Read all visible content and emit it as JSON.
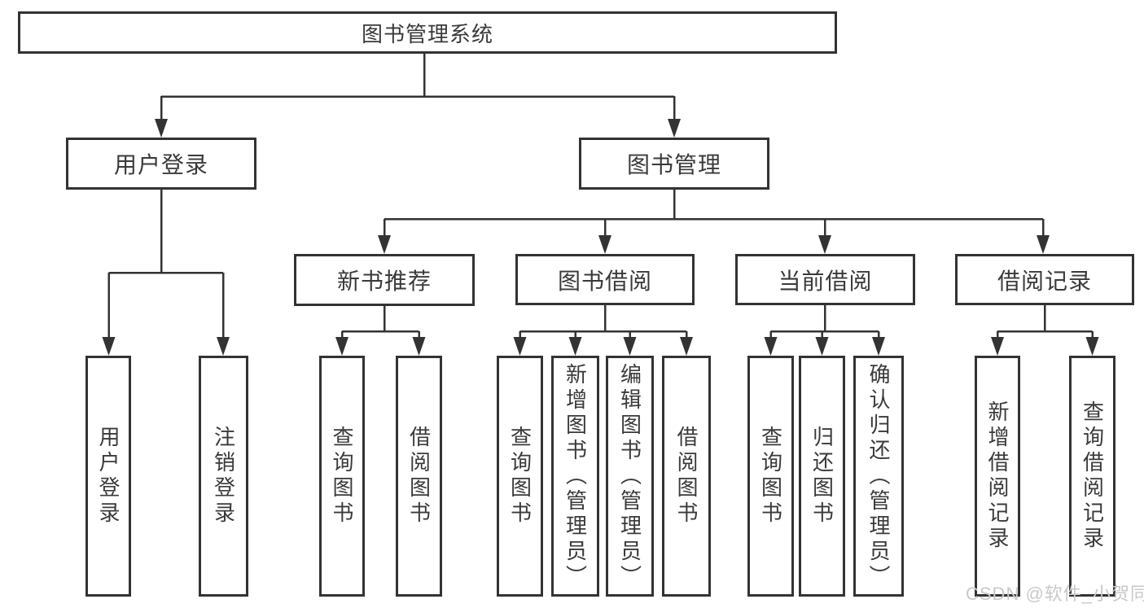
{
  "title": "图书管理系统",
  "watermark": "CSDN @软件_小贺同学",
  "colors": {
    "line": "#333333",
    "box_border": "#333333",
    "text": "#3a3a3a",
    "background": "#ffffff",
    "watermark": "#c9c9c9"
  },
  "tree": {
    "root": "图书管理系统",
    "branches": [
      {
        "label": "用户登录",
        "children": [
          "用户登录",
          "注销登录"
        ]
      },
      {
        "label": "图书管理",
        "groups": [
          {
            "label": "新书推荐",
            "children": [
              "查询图书",
              "借阅图书"
            ]
          },
          {
            "label": "图书借阅",
            "children": [
              "查询图书",
              "新增图书（管理员）",
              "编辑图书（管理员）",
              "借阅图书"
            ]
          },
          {
            "label": "当前借阅",
            "children": [
              "查询图书",
              "归还图书",
              "确认归还（管理员）"
            ]
          },
          {
            "label": "借阅记录",
            "children": [
              "新增借阅记录",
              "查询借阅记录"
            ]
          }
        ]
      }
    ]
  }
}
